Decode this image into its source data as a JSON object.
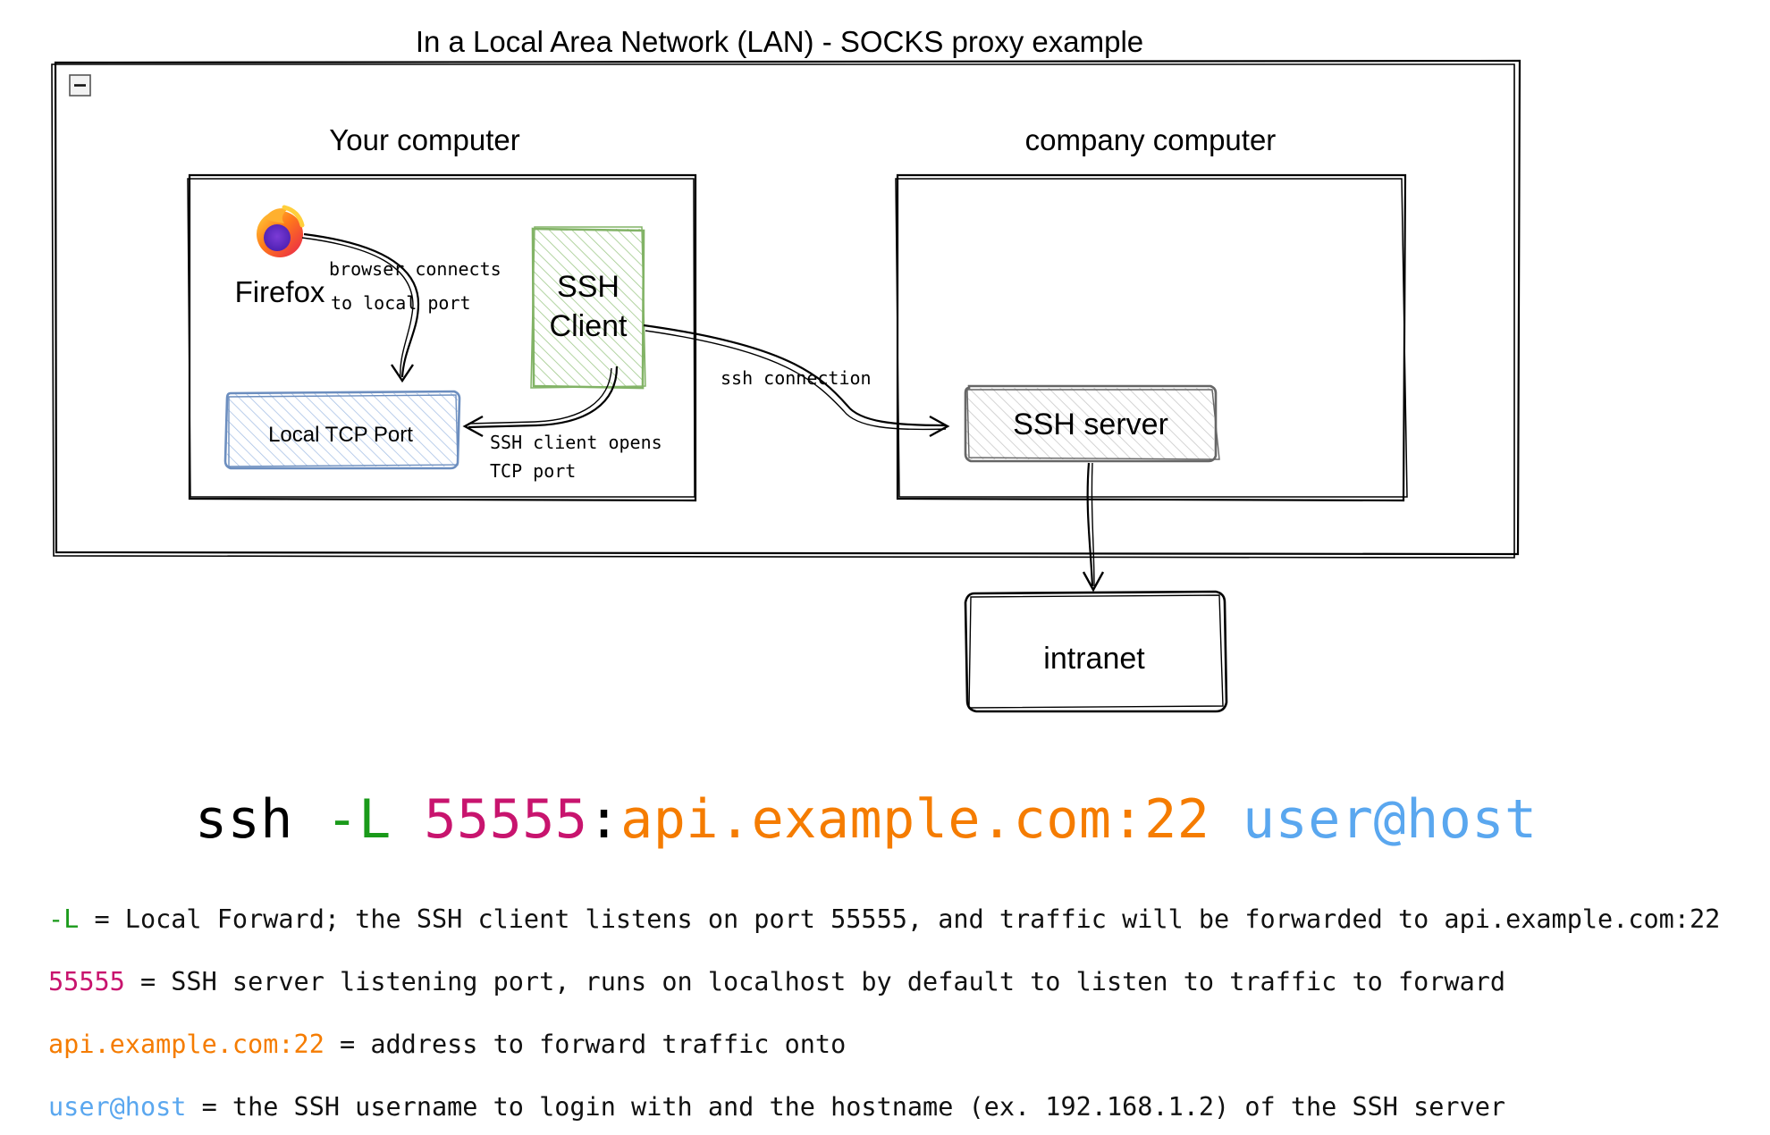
{
  "diagram": {
    "title": "In a Local Area Network (LAN) - SOCKS proxy example",
    "your_computer_label": "Your computer",
    "company_computer_label": "company computer",
    "firefox_label": "Firefox",
    "ssh_client_line1": "SSH",
    "ssh_client_line2": "Client",
    "local_tcp_port_label": "Local TCP Port",
    "ssh_server_label": "SSH server",
    "intranet_label": "intranet",
    "edge_browser_line1": "browser connects",
    "edge_browser_line2": "to local port",
    "edge_client_line1": "SSH client opens",
    "edge_client_line2": "TCP port",
    "edge_ssh_connection": "ssh connection",
    "collapse_symbol": "−"
  },
  "command": {
    "program": "ssh ",
    "flag": "-L ",
    "port": "55555",
    "separator": ":",
    "address": "api.example.com:22",
    "space": " ",
    "target": "user@host"
  },
  "legend": [
    {
      "key": "-L",
      "text": " = Local Forward; the SSH client listens on port 55555, and traffic will be forwarded to api.example.com:22"
    },
    {
      "key": "55555",
      "text": " = SSH server listening port, runs on localhost by default to listen to traffic to forward"
    },
    {
      "key": "api.example.com:22",
      "text": " = address to forward traffic onto"
    },
    {
      "key": "user@host",
      "text": " = the SSH username to login with and the hostname (ex. 192.168.1.2) of the SSH server"
    }
  ],
  "colors": {
    "flag": "#1a9a1a",
    "port": "#c8146e",
    "address": "#f57c00",
    "target": "#5aa7ef",
    "ssh_client_stroke": "#82b366",
    "ssh_client_hatch": "#9fc98a",
    "tcp_port_stroke": "#6c8ebf",
    "tcp_port_hatch": "#a9c2e6",
    "ssh_server_stroke": "#666666",
    "ssh_server_hatch": "#bbbbbb"
  }
}
